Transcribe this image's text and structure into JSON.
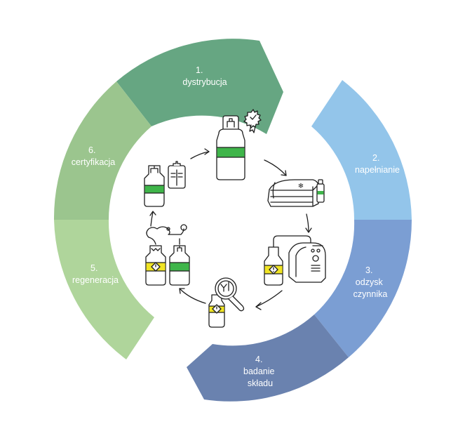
{
  "title": "Cykl życia czynnika chłodniczego",
  "colors": {
    "segment_1": "#66a682",
    "segment_2": "#93c5ea",
    "segment_3": "#7b9ed3",
    "segment_4": "#6a82af",
    "segment_5": "#afd59b",
    "segment_6": "#9bc58e",
    "band_green": "#3fb54a",
    "band_yellow": "#f0e424",
    "ink": "#1e1e1e",
    "label_text": "#ffffff"
  },
  "segments": [
    {
      "number": "1.",
      "lines": [
        "dystrybucja"
      ]
    },
    {
      "number": "2.",
      "lines": [
        "napełnianie"
      ]
    },
    {
      "number": "3.",
      "lines": [
        "odzysk",
        "czynnika"
      ]
    },
    {
      "number": "4.",
      "lines": [
        "badanie",
        "składu"
      ]
    },
    {
      "number": "5.",
      "lines": [
        "regeneracja"
      ]
    },
    {
      "number": "6.",
      "lines": [
        "certyfikacja"
      ]
    }
  ],
  "illustrations": [
    {
      "id": "certified-cylinder",
      "icon": "gas-cylinder-certified-icon",
      "band": "green"
    },
    {
      "id": "refrigerator-fill",
      "icon": "display-fridge-icon",
      "band": "green"
    },
    {
      "id": "recovery-unit",
      "icon": "recovery-machine-icon",
      "band": "yellow"
    },
    {
      "id": "analysis",
      "icon": "magnifier-analysis-icon",
      "band": "yellow"
    },
    {
      "id": "regeneration",
      "icon": "transfer-cylinders-icon",
      "band": "yellow+green"
    },
    {
      "id": "certificate",
      "icon": "clipboard-cylinder-icon",
      "band": "green"
    }
  ]
}
